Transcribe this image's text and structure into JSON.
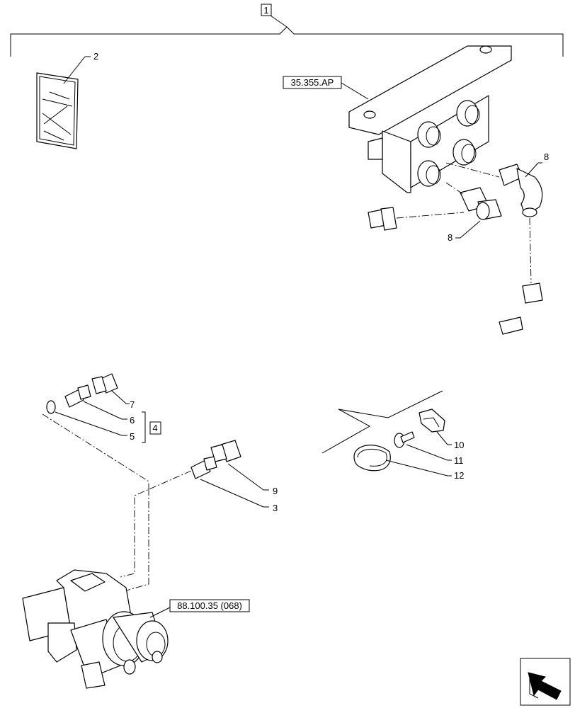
{
  "callouts": {
    "assembly": "1",
    "manual": "2",
    "p3": "3",
    "kit": "4",
    "p5": "5",
    "p6": "6",
    "p7": "7",
    "p8a": "8",
    "p8b": "8",
    "p9": "9",
    "p10": "10",
    "p11": "11",
    "p12": "12"
  },
  "references": {
    "valve_block": "35.355.AP",
    "remote_valve": "88.100.35 (068)"
  }
}
